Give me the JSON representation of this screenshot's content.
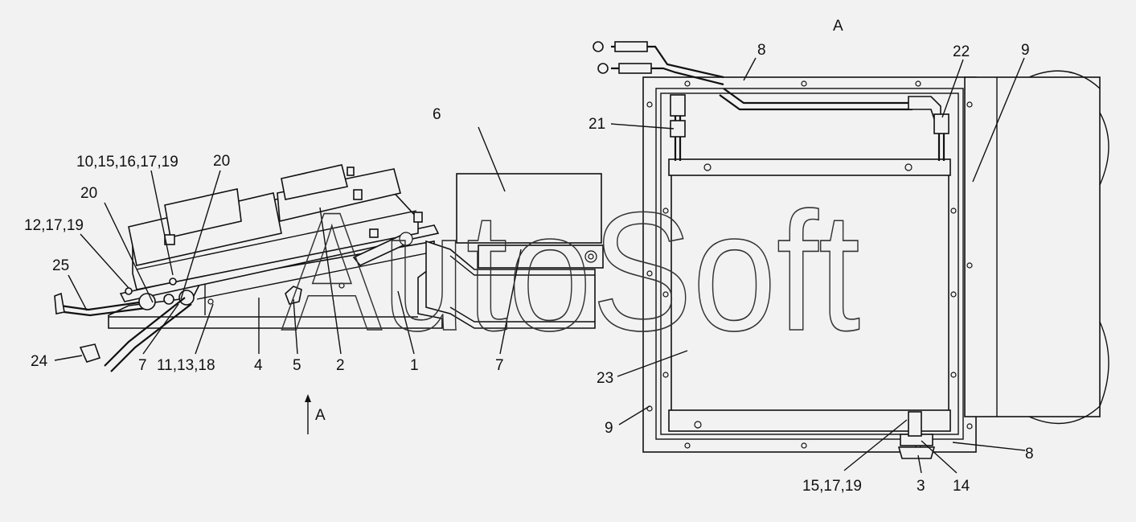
{
  "watermark": "AutoSoft",
  "view_marker": "A",
  "view_title": "A",
  "callouts": {
    "c6": "6",
    "c10": "10,15,16,17,19",
    "c20a": "20",
    "c20b": "20",
    "c12": "12,17,19",
    "c25": "25",
    "c24": "24",
    "c7a": "7",
    "c11": "11,13,18",
    "c4": "4",
    "c5": "5",
    "c2": "2",
    "c1": "1",
    "c7b": "7",
    "c8a": "8",
    "c22": "22",
    "c9a": "9",
    "c21": "21",
    "c23": "23",
    "c9b": "9",
    "c8b": "8",
    "c15": "15,17,19",
    "c3": "3",
    "c14": "14"
  }
}
